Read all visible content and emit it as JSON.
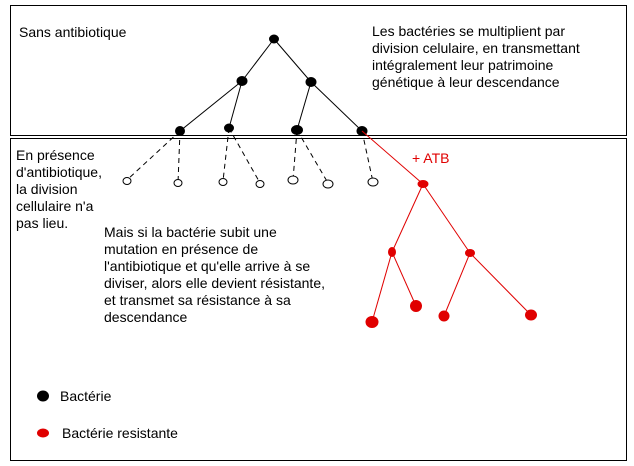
{
  "texts": {
    "sans_atb": "Sans antibiotique",
    "multiplication": "Les bactéries se multiplient par\ndivision celulaire, en transmettant\nintégralement leur patrimoine\ngénétique à leur descendance",
    "en_presence": "En présence\nd'antibiotique,\nla division\ncellulaire n'a\npas lieu.",
    "atb_label": "+ ATB",
    "mutation": "Mais si la bactérie subit une\nmutation en présence de\nl'antibiotique et qu'elle arrive à se\ndiviser, alors elle devient résistante,\net transmet sa résistance à sa\ndescendance",
    "legend_bacterie": "Bactérie",
    "legend_resistante": "Bactérie resistante"
  },
  "colors": {
    "bacteria": "#000000",
    "resistant": "#e00000",
    "frame": "#000000"
  },
  "legend": [
    {
      "key": "bacterie",
      "color": "#000000"
    },
    {
      "key": "resistante",
      "color": "#e00000"
    }
  ]
}
